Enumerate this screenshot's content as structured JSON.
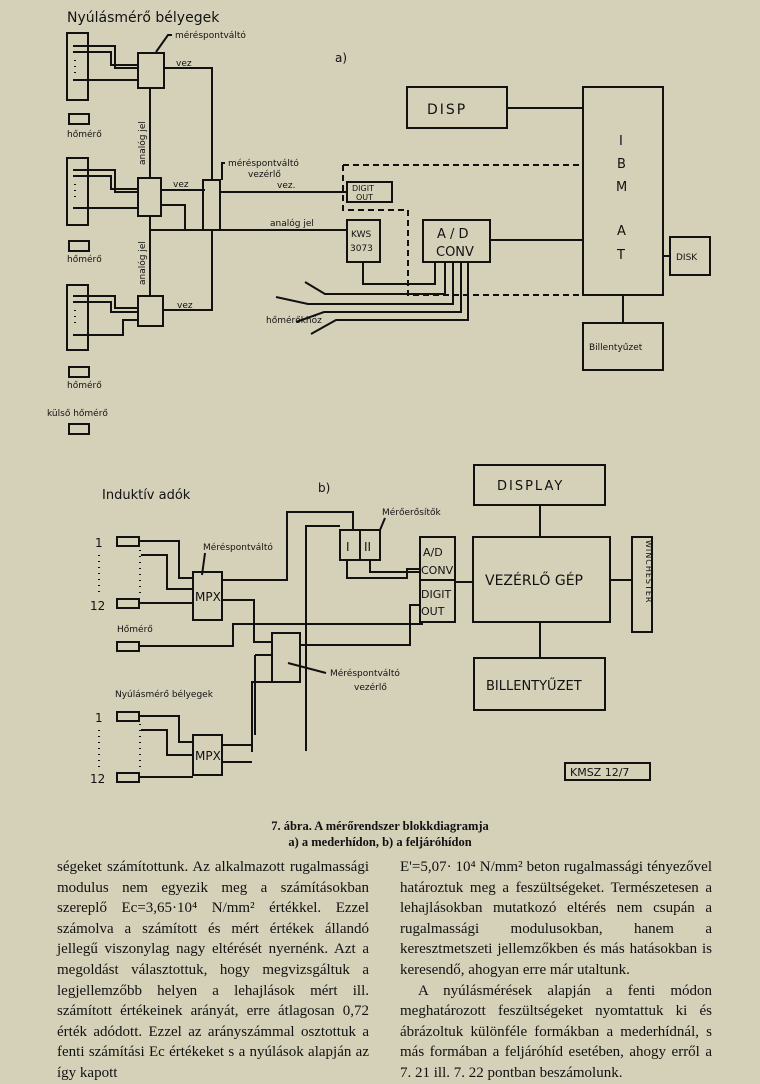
{
  "figure": {
    "a": {
      "part_label": "a)",
      "gauges_title": "Nyúlásmérő bélyegek",
      "mux_label": "méréspontváltó",
      "controller_label_1": "méréspontváltó",
      "controller_label_2": "vezérlő",
      "thermometer": "hőmérő",
      "outside_thermometer": "külső hőmérő",
      "analog_vertical": "analóg jel",
      "vez": "vez",
      "vez_dot": "vez.",
      "analog_signal": "analóg jel",
      "to_thermometers": "hőmérőkhöz",
      "digit_out_1": "DIGIT",
      "digit_out_2": "OUT",
      "kws_1": "KWS",
      "kws_2": "3073",
      "adc_1": "A / D",
      "adc_2": "CONV",
      "disp": "DISP",
      "ibm": [
        "I",
        "B",
        "M",
        "A",
        "T"
      ],
      "disk": "DISK",
      "keyboard": "Billentyűzet"
    },
    "b": {
      "part_label": "b)",
      "inductive_title": "Induktív adók",
      "mux_label": "Méréspontváltó",
      "amplifiers_label": "Mérőerősítők",
      "amp_1": "I",
      "amp_2": "II",
      "sensor_first": "1",
      "sensor_last": "12",
      "mpx": "MPX",
      "thermometer": "Hőmérő",
      "gauges_title": "Nyúlásmérő bélyegek",
      "controller_label_1": "Méréspontváltó",
      "controller_label_2": "vezérlő",
      "adc_1": "A/D",
      "adc_2": "CONV",
      "digit_1": "DIGIT",
      "digit_2": "OUT",
      "display": "DISPLAY",
      "computer": "VEZÉRLŐ GÉP",
      "winchester": "WINCHESTER",
      "keyboard": "BILLENTYŰZET",
      "code": "KMSZ 12/7"
    },
    "caption_1": "7. ábra. A mérőrendszer blokkdiagramja",
    "caption_2": "a) a mederhídon, b) a feljáróhídon"
  },
  "body": {
    "left": "ségeket számítottunk. Az alkalmazott rugalmassági modulus nem egyezik meg a számításokban szereplő Ec=3,65·10⁴ N/mm² értékkel. Ezzel számolva a számított és mért értékek állandó jellegű viszonylag nagy eltérését nyernénk. Azt a megoldást választottuk, hogy megvizsgáltuk a legjellemzőbb helyen a lehajlások mért ill. számított értékeinek arányát, erre átlagosan 0,72 érték adódott. Ezzel az arányszámmal osztottuk a fenti számítási Ec értékeket s a nyúlások alapján az így kapott",
    "right_1": "E'=5,07· 10⁴ N/mm² beton rugalmassági tényezővel határoztuk meg a feszültségeket. Természetesen a lehajlásokban mutatkozó eltérés nem csupán a rugalmassági modulusokban, hanem a keresztmetszeti jellemzőkben és más hatásokban is keresendő, ahogyan erre már utaltunk.",
    "right_2": "A nyúlásmérések alapján a fenti módon meghatározott feszültségeket nyomtattuk ki és ábrázoltuk különféle formákban a mederhídnál, s más formában a feljáróhíd esetében, ahogy erről a 7. 21 ill. 7. 22 pontban beszámolunk."
  }
}
